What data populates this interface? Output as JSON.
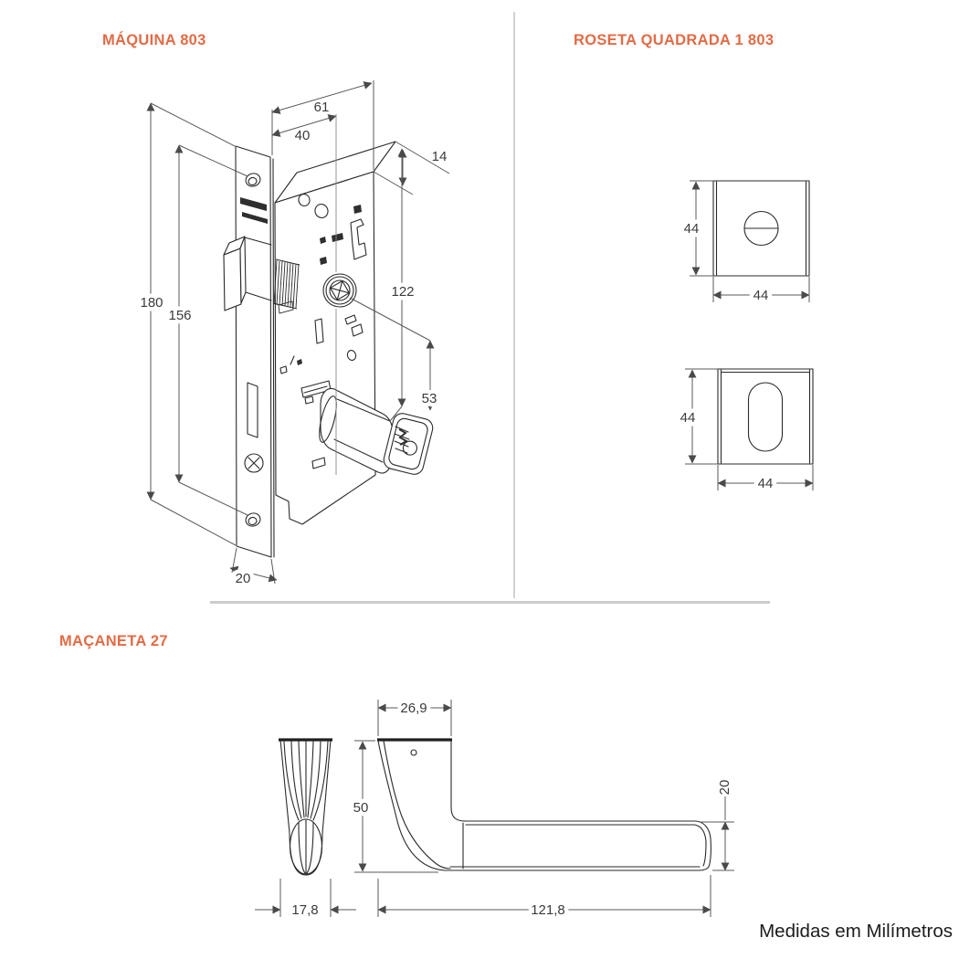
{
  "sections": {
    "maquina": {
      "title": "MÁQUINA 803",
      "dims": {
        "total_width_mm": "61",
        "case_width_mm": "40",
        "case_depth_mm": "14",
        "faceplate_height_mm": "180",
        "case_height_mm": "156",
        "top_to_cylinder_mm": "122",
        "hub_to_cylinder_mm": "53",
        "faceplate_width_mm": "20"
      }
    },
    "roseta": {
      "title": "ROSETA QUADRADA 1 803",
      "top_rosette": {
        "height_mm": "44",
        "width_mm": "44"
      },
      "bottom_rosette": {
        "height_mm": "44",
        "width_mm": "44"
      }
    },
    "macaneta": {
      "title": "MAÇANETA 27",
      "dims": {
        "neck_top_width_mm": "26,9",
        "neck_height_mm": "50",
        "neck_front_width_mm": "17,8",
        "total_length_mm": "121,8",
        "grip_height_mm": "20"
      }
    }
  },
  "footer": {
    "note": "Medidas em Milímetros"
  }
}
